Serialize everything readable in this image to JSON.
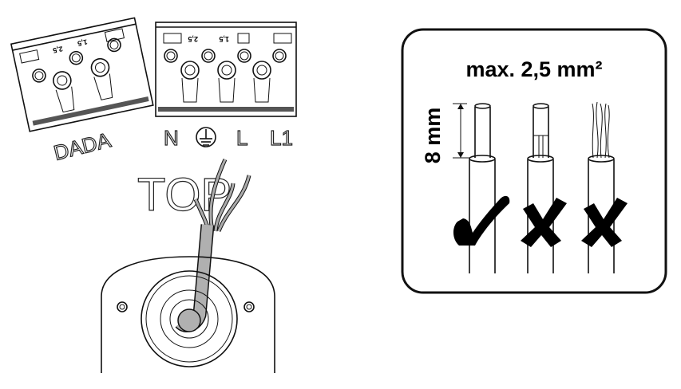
{
  "left_figure": {
    "left_connector": {
      "label": "DADA",
      "ratings": [
        "2,5",
        "1,5"
      ]
    },
    "right_connector": {
      "labels": [
        "N",
        "L",
        "L1"
      ],
      "ground_icon": "protective-earth-icon",
      "ratings": [
        "2,5",
        "1,5"
      ]
    },
    "orientation_label": "TOP"
  },
  "right_figure": {
    "title": "max. 2,5 mm²",
    "strip_length": "8 mm",
    "wires": [
      {
        "type": "solid",
        "status_icon": "check-icon"
      },
      {
        "type": "ferrule",
        "status_icon": "cross-icon"
      },
      {
        "type": "stranded",
        "status_icon": "cross-icon"
      }
    ]
  },
  "colors": {
    "line": "#111111",
    "cable": "#b0b0b0",
    "background": "#ffffff"
  }
}
